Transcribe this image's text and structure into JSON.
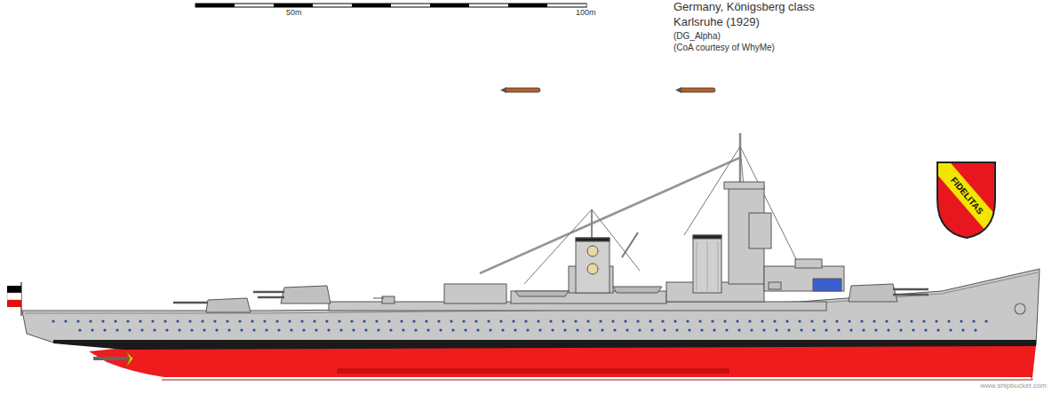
{
  "diagram": {
    "title": "Germany, Königsberg class",
    "labels": [
      "50m",
      "100m",
      "Karlsruhe (1929)",
      "(DG_Alpha)",
      "(CoA courtesy of WhyMe)",
      "FIDELITAS",
      "www.shipbucket.com"
    ]
  }
}
